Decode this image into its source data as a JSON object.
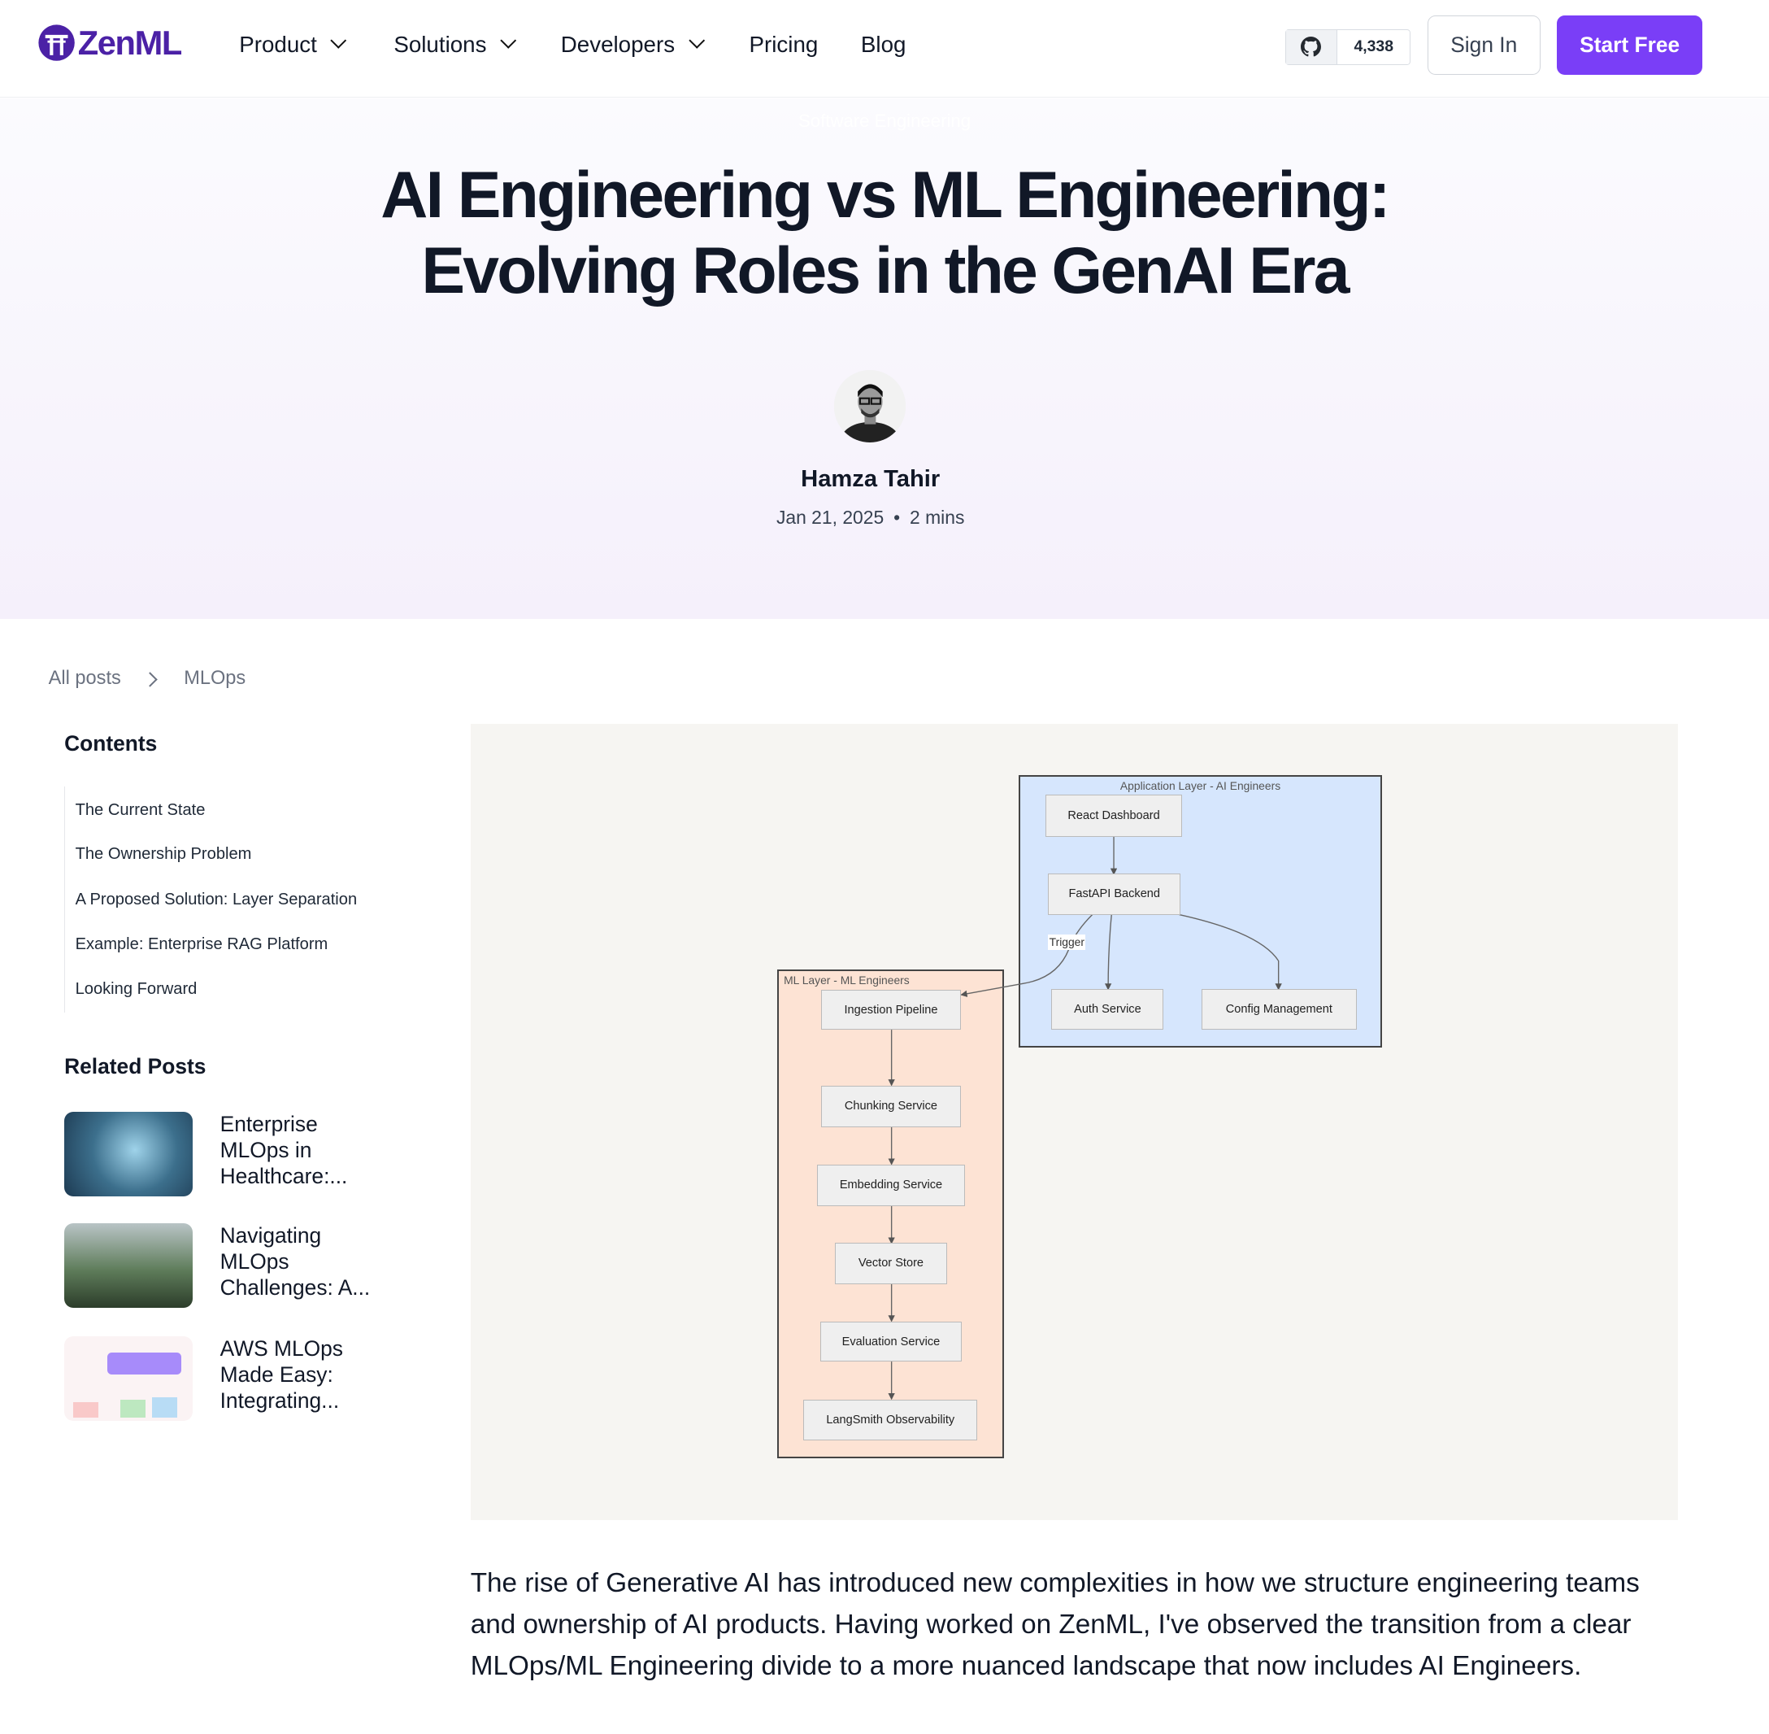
{
  "nav": {
    "logo": "ZenML",
    "items": [
      {
        "label": "Product",
        "dropdown": true
      },
      {
        "label": "Solutions",
        "dropdown": true
      },
      {
        "label": "Developers",
        "dropdown": true
      },
      {
        "label": "Pricing",
        "dropdown": false
      },
      {
        "label": "Blog",
        "dropdown": false
      }
    ],
    "github_stars": "4,338",
    "sign_in": "Sign In",
    "start_free": "Start Free",
    "accent": "#7a3ef7"
  },
  "hero": {
    "category": "Software Engineering",
    "title_line1": "AI Engineering vs ML Engineering:",
    "title_line2": "Evolving Roles in the GenAI Era",
    "author": "Hamza Tahir",
    "date": "Jan 21, 2025",
    "read_time": "2 mins"
  },
  "breadcrumb": {
    "root": "All posts",
    "current": "MLOps"
  },
  "sidebar": {
    "contents_heading": "Contents",
    "toc": [
      "The Current State",
      "The Ownership Problem",
      "A Proposed Solution: Layer Separation",
      "Example: Enterprise RAG Platform",
      "Looking Forward"
    ],
    "related_heading": "Related Posts",
    "related": [
      {
        "title": "Enterprise MLOps in Healthcare:..."
      },
      {
        "title": "Navigating MLOps Challenges: A..."
      },
      {
        "title": "AWS MLOps Made Easy: Integrating..."
      }
    ]
  },
  "diagram": {
    "app_layer": "Application Layer - AI Engineers",
    "ml_layer": "ML Layer - ML Engineers",
    "nodes": {
      "react": "React Dashboard",
      "fastapi": "FastAPI Backend",
      "auth": "Auth Service",
      "config": "Config Management",
      "ingestion": "Ingestion Pipeline",
      "chunking": "Chunking Service",
      "embedding": "Embedding Service",
      "vector": "Vector Store",
      "evaluation": "Evaluation Service",
      "langsmith": "LangSmith Observability"
    },
    "trigger_label": "Trigger"
  },
  "article": {
    "intro": "The rise of Generative AI has introduced new complexities in how we structure engineering teams and ownership of AI products. Having worked on ZenML, I've observed the transition from a clear MLOps/ML Engineering divide to a more nuanced landscape that now includes AI Engineers."
  }
}
